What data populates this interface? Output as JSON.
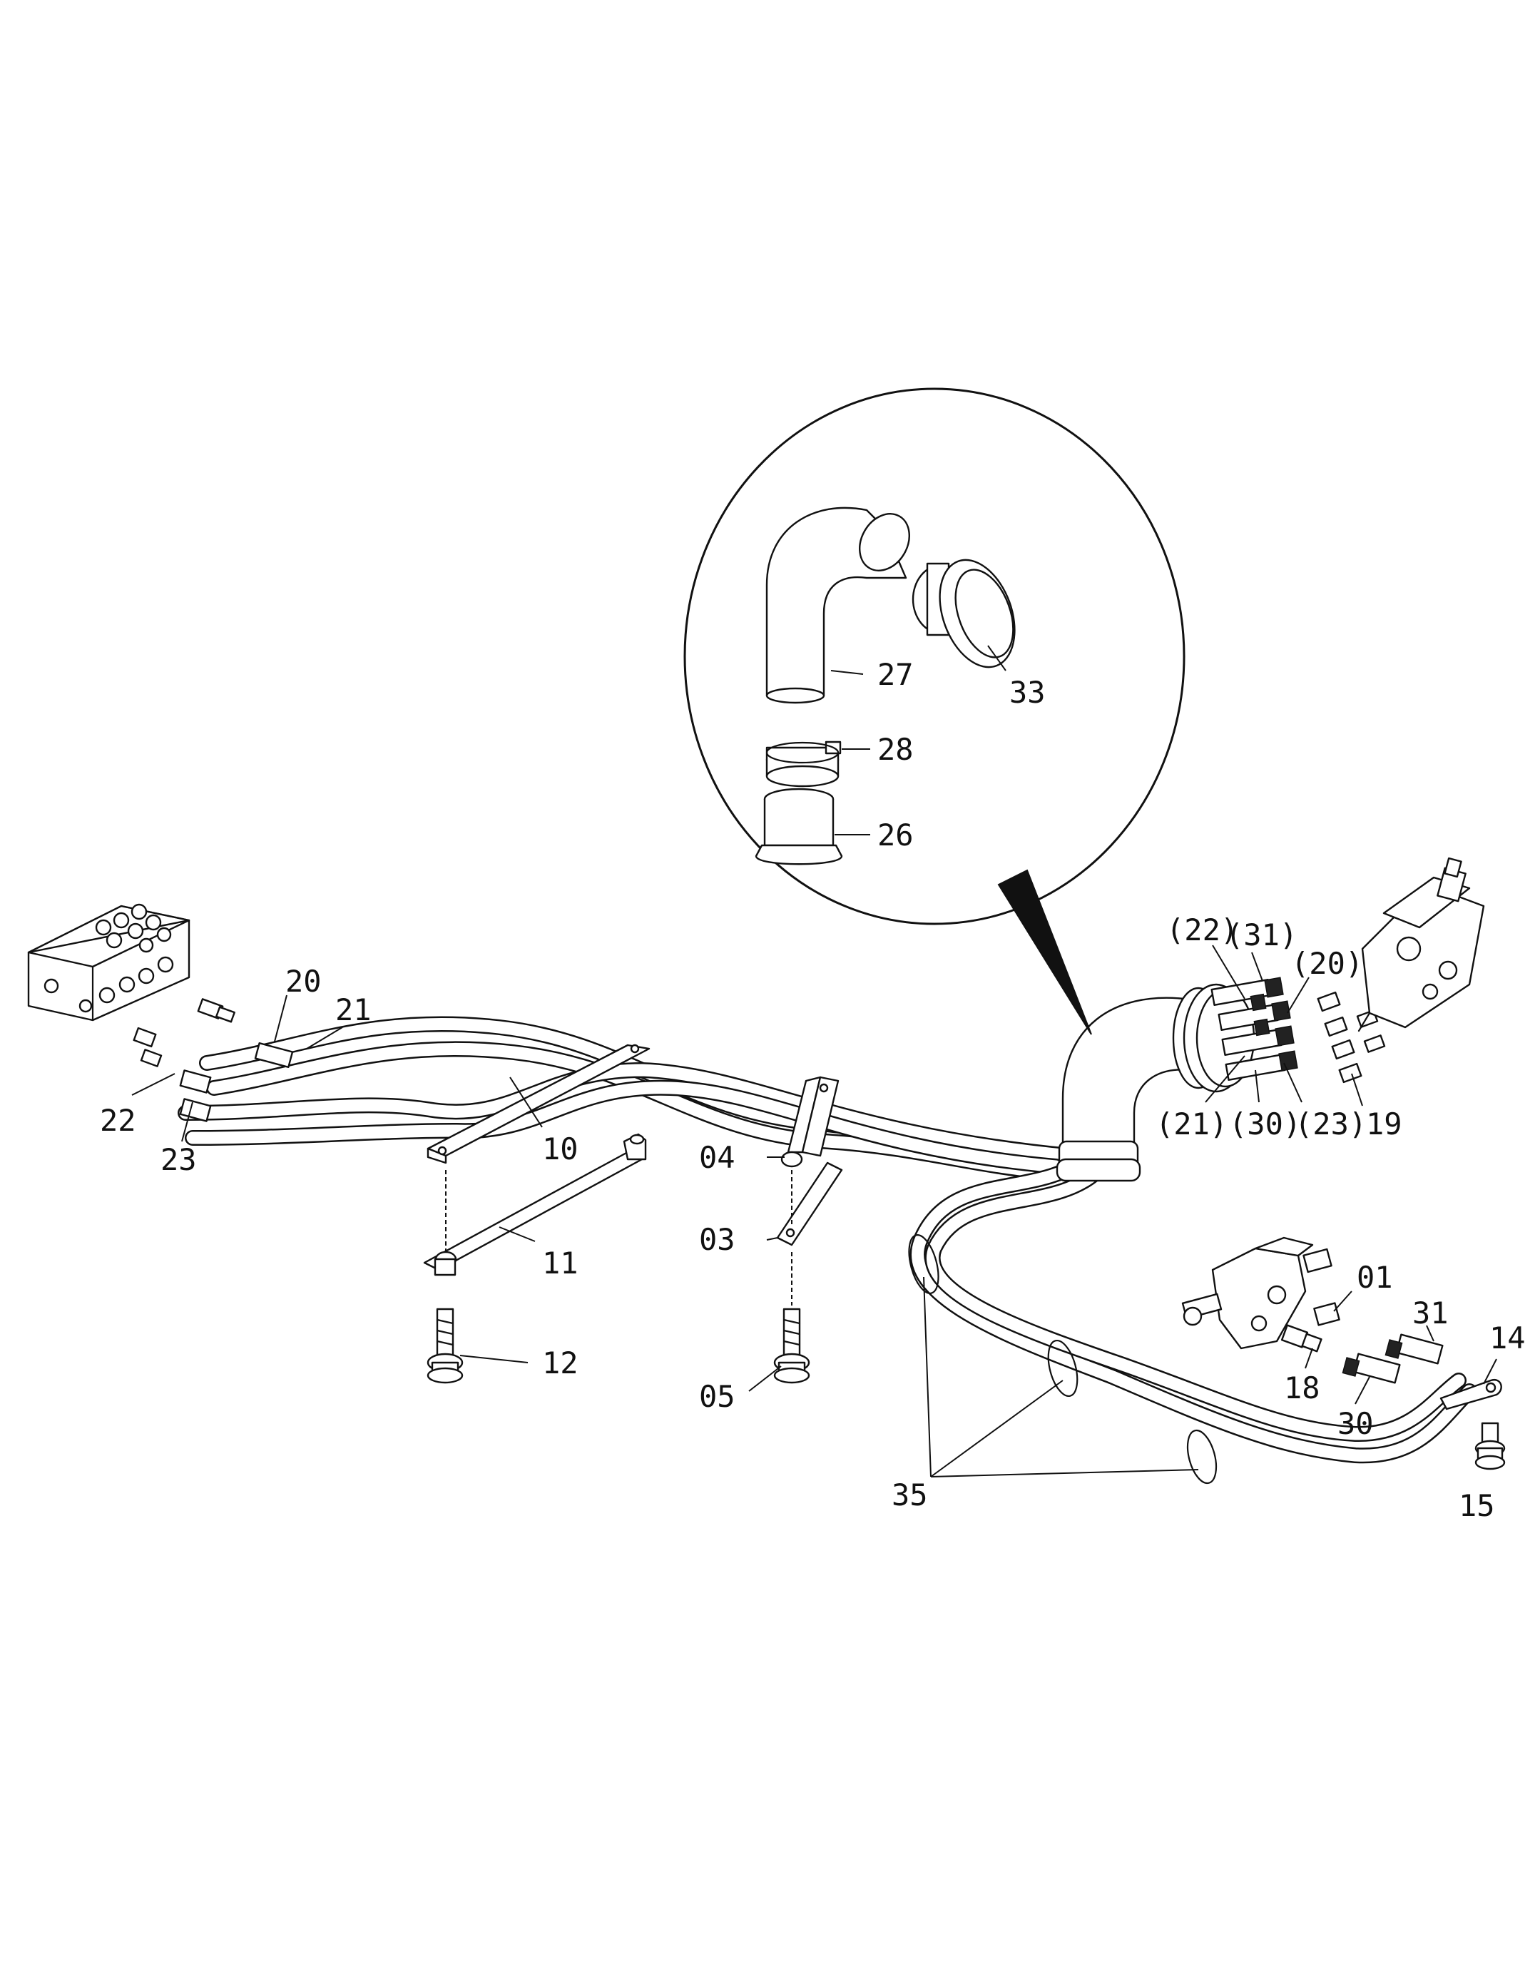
{
  "labels": {
    "p01": "01",
    "p03": "03",
    "p04": "04",
    "p05": "05",
    "p10": "10",
    "p11": "11",
    "p12": "12",
    "p14": "14",
    "p15": "15",
    "p18": "18",
    "p19": "19",
    "p20": "20",
    "p21": "21",
    "p22": "22",
    "p23": "23",
    "p26": "26",
    "p27": "27",
    "p28": "28",
    "p30": "30",
    "p31": "31",
    "p33": "33",
    "p35": "35",
    "r20": "(20)",
    "r21": "(21)",
    "r22": "(22)",
    "r23": "(23)",
    "r30": "(30)",
    "r31": "(31)"
  },
  "icons": {
    "left_valve": "control-valve-block-icon",
    "right_valve": "pilot-valve-icon",
    "lower_valve": "selector-valve-icon",
    "elbow": "rubber-elbow-icon",
    "grommet": "grommet-icon",
    "band": "hose-band-icon",
    "cap": "cover-cap-icon"
  }
}
